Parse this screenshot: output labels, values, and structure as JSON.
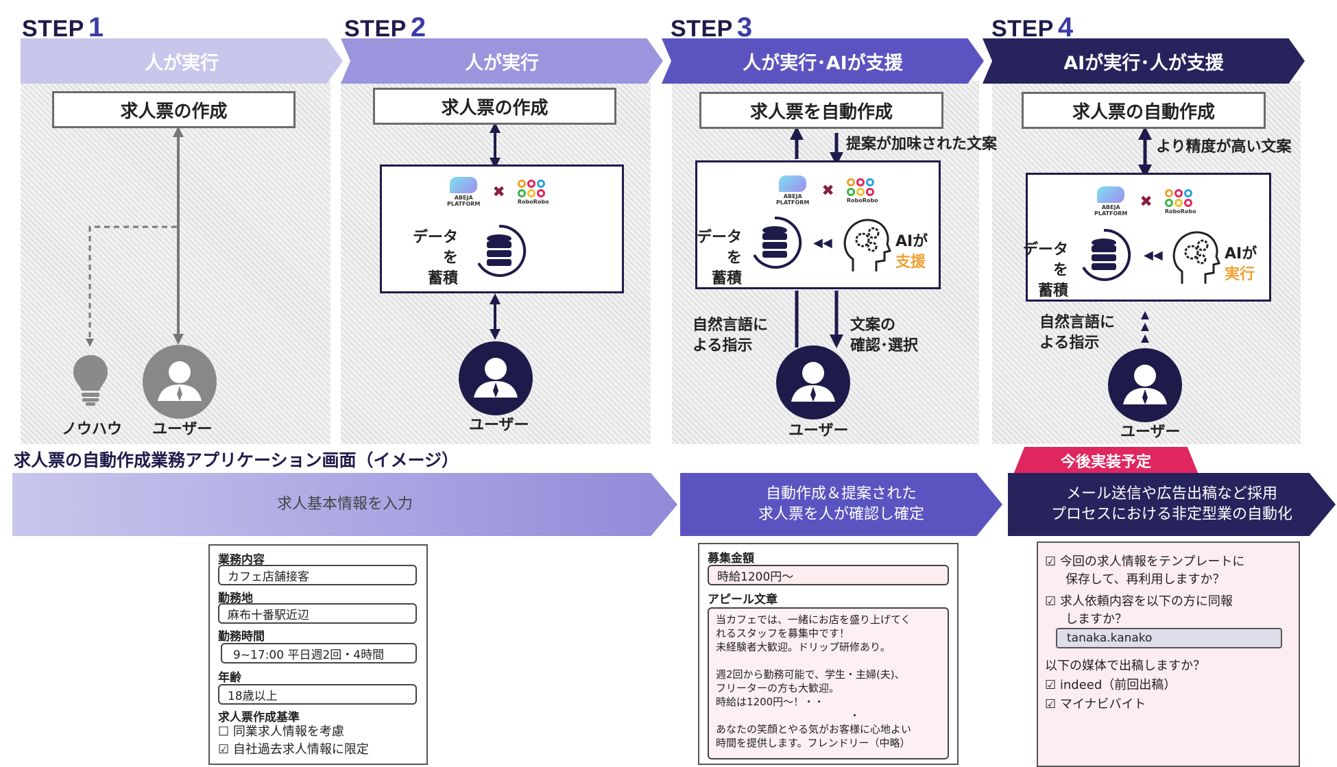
{
  "steps": [
    {
      "label": "STEP",
      "num": "1",
      "banner": "人が実行"
    },
    {
      "label": "STEP",
      "num": "2",
      "banner": "人が実行"
    },
    {
      "label": "STEP",
      "num": "3",
      "banner": "人が実行･AIが支援"
    },
    {
      "label": "STEP",
      "num": "4",
      "banner": "AIが実行･人が支援"
    }
  ],
  "panel1": {
    "box": "求人票の作成",
    "knowhow": "ノウハウ",
    "user": "ユーザー"
  },
  "panel2": {
    "box": "求人票の作成",
    "data_line1": "データを",
    "data_line2": "蓄積",
    "user": "ユーザー"
  },
  "panel3": {
    "box": "求人票を自動作成",
    "suggest": "提案が加味された文案",
    "data_line1": "データを",
    "data_line2": "蓄積",
    "ai_line1": "AIが",
    "ai_line2": "支援",
    "nl_line1": "自然言語に",
    "nl_line2": "よる指示",
    "confirm_line1": "文案の",
    "confirm_line2": "確認･選択",
    "user": "ユーザー"
  },
  "panel4": {
    "box": "求人票の自動作成",
    "accurate": "より精度が高い文案",
    "data_line1": "データを",
    "data_line2": "蓄積",
    "ai_line1": "AIが",
    "ai_line2": "実行",
    "nl_line1": "自然言語に",
    "nl_line2": "よる指示",
    "user": "ユーザー"
  },
  "logos": {
    "abeja_line1": "ABEJA",
    "abeja_line2": "PLATFORM",
    "robo": "RoboRobo"
  },
  "bottom": {
    "title": "求人票の自動作成業務アプリケーション画面（イメージ）",
    "bar1": "求人基本情報を入力",
    "bar2_line1": "自動作成＆提案された",
    "bar2_line2": "求人票を人が確認し確定",
    "bar3_line1": "メール送信や広告出稿など採用",
    "bar3_line2": "プロセスにおける非定型業の自動化",
    "future": "今後実装予定"
  },
  "form1": {
    "job_label": "業務内容",
    "job_value": "カフェ店舗接客",
    "loc_label": "勤務地",
    "loc_value": "麻布十番駅近辺",
    "time_label": "勤務時間",
    "time_value": "9~17:00 平日週2回・4時間",
    "age_label": "年齢",
    "age_value": "18歳以上",
    "basis_label": "求人票作成基準",
    "basis_opt1": "☐ 同業求人情報を考慮",
    "basis_opt2": "☑ 自社過去求人情報に限定"
  },
  "form2": {
    "pay_label": "募集金額",
    "pay_value": "時給1200円〜",
    "appeal_label": "アピール文章",
    "appeal_lines": [
      "当カフェでは、一緒にお店を盛り上げてく",
      "れるスタッフを募集中です！",
      "未経験者大歓迎。ドリップ研修あり。",
      "",
      "週2回から勤務可能で、学生・主婦(夫)、",
      "フリーターの方も大歓迎。",
      "時給は1200円〜！・・",
      "　　　　　　　　　　　　　・",
      "あなたの笑顔とやる気がお客様に心地よい",
      "時間を提供します。フレンドリー（中略）"
    ]
  },
  "form3": {
    "q1_line1": "☑ 今回の求人情報をテンプレートに",
    "q1_line2": "保存して、再利用しますか？",
    "q2_line1": "☑ 求人依頼内容を以下の方に同報",
    "q2_line2": "しますか？",
    "q2_value": "tanaka.kanako",
    "q3": "以下の媒体で出稿しますか？",
    "q3_opt1": "☑ indeed（前回出稿）",
    "q3_opt2": "☑ マイナビバイト"
  },
  "colors": {
    "navy": "#1e1b4b",
    "step1": "#c9c6ec",
    "step2": "#9a95dc",
    "step3": "#5b54c0",
    "step4": "#27235c",
    "accent_orange": "#f0a030",
    "future_pink": "#e0265f"
  }
}
